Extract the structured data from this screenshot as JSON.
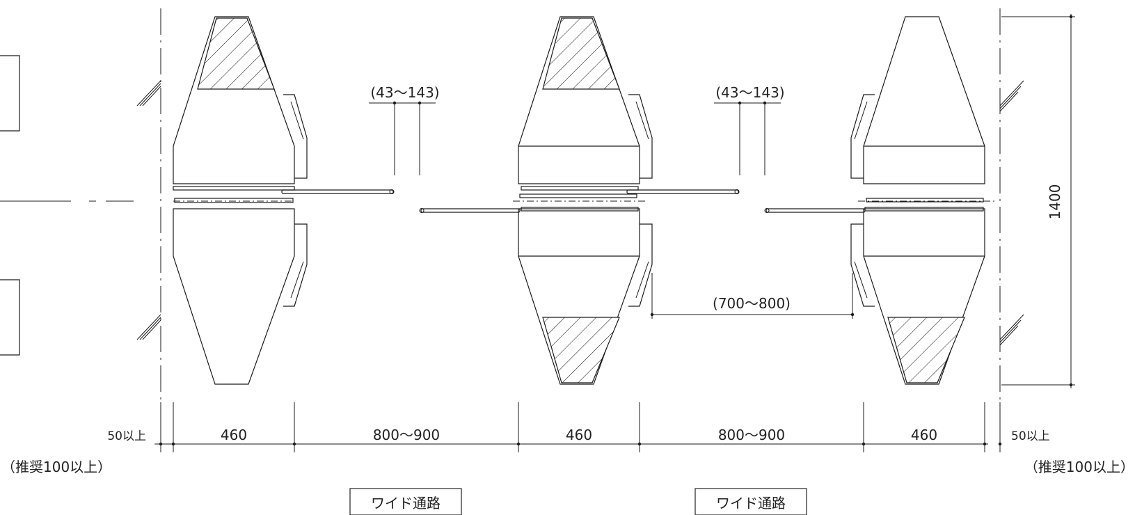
{
  "dimensions": {
    "cabinet_width": "460",
    "aisle_width": "800～900",
    "end_clearance": "50以上",
    "end_clearance_recommended": "（推奨100以上）",
    "gap_range": "(43～143)",
    "wide_gate_range": "(700～800)",
    "depth": "1400"
  },
  "labels": {
    "wide_passage": "ワイド通路"
  }
}
